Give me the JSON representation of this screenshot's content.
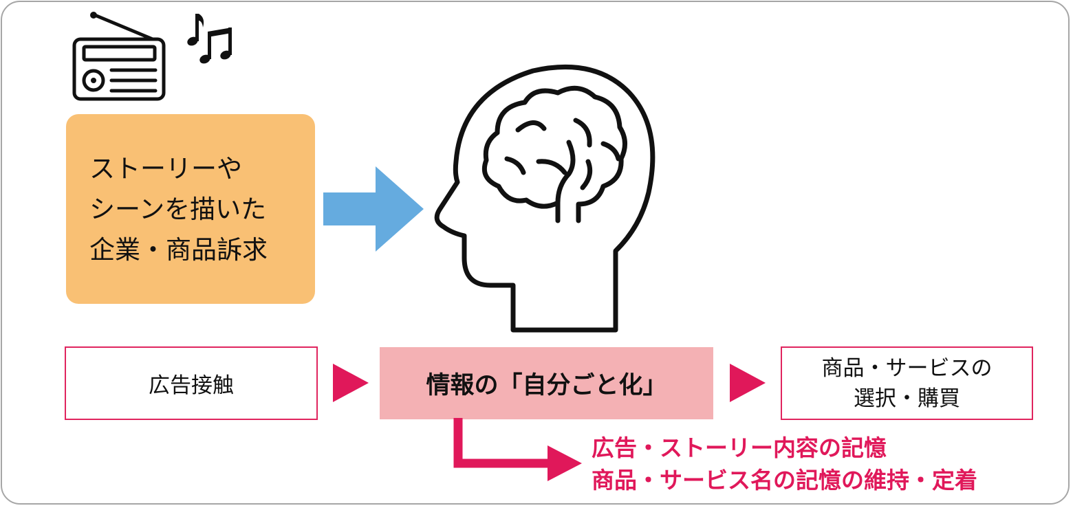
{
  "story_box": {
    "lines": [
      "ストーリーや",
      "シーンを描いた",
      "企業・商品訴求"
    ]
  },
  "flow": {
    "exposure": "広告接触",
    "self_relevance": "情報の「自分ごと化」",
    "selection_lines": [
      "商品・サービスの",
      "選択・購買"
    ]
  },
  "memory": {
    "lines": [
      "広告・ストーリー内容の記憶",
      "商品・サービス名の記憶の維持・定着"
    ]
  },
  "colors": {
    "orange_box": "#f9c074",
    "blue_arrow": "#65abdf",
    "pink_box": "#f4b1b4",
    "accent_red": "#e0245e",
    "frame_gray": "#a6a6a6"
  },
  "icons": [
    "radio-icon",
    "music-note-icon",
    "head-brain-icon",
    "arrow-right-icon",
    "triangle-arrow-icon",
    "elbow-arrow-icon"
  ]
}
